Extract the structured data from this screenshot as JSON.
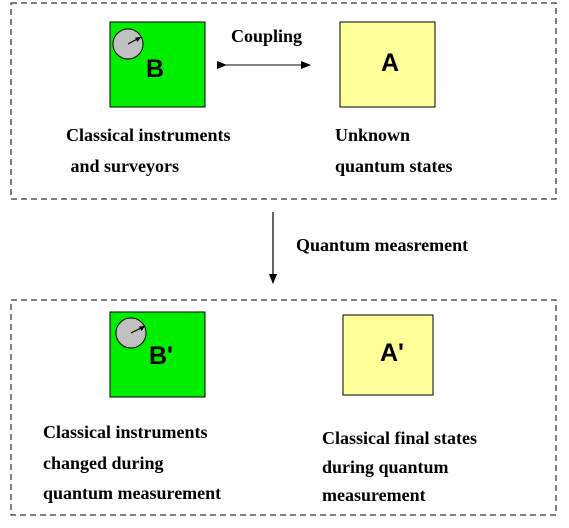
{
  "colors": {
    "instrument_fill": "#00ee00",
    "state_fill": "#ffff99",
    "dial_fill": "#c0c0c0",
    "line": "#000000"
  },
  "top_panel": {
    "instrument": {
      "label": "B",
      "caption_lines": [
        "Classical instruments",
        " and surveyors"
      ],
      "icon": "dial-gauge-icon"
    },
    "state": {
      "label": "A",
      "caption_lines": [
        "Unknown",
        "quantum states"
      ]
    },
    "coupling_label": "Coupling"
  },
  "transition": {
    "label": "Quantum measrement"
  },
  "bottom_panel": {
    "instrument": {
      "label": "B'",
      "caption_lines": [
        "Classical instruments",
        "changed during",
        "quantum measurement"
      ],
      "icon": "dial-gauge-icon"
    },
    "state": {
      "label": "A'",
      "caption_lines": [
        "Classical final states",
        "during quantum",
        "measurement"
      ]
    }
  }
}
